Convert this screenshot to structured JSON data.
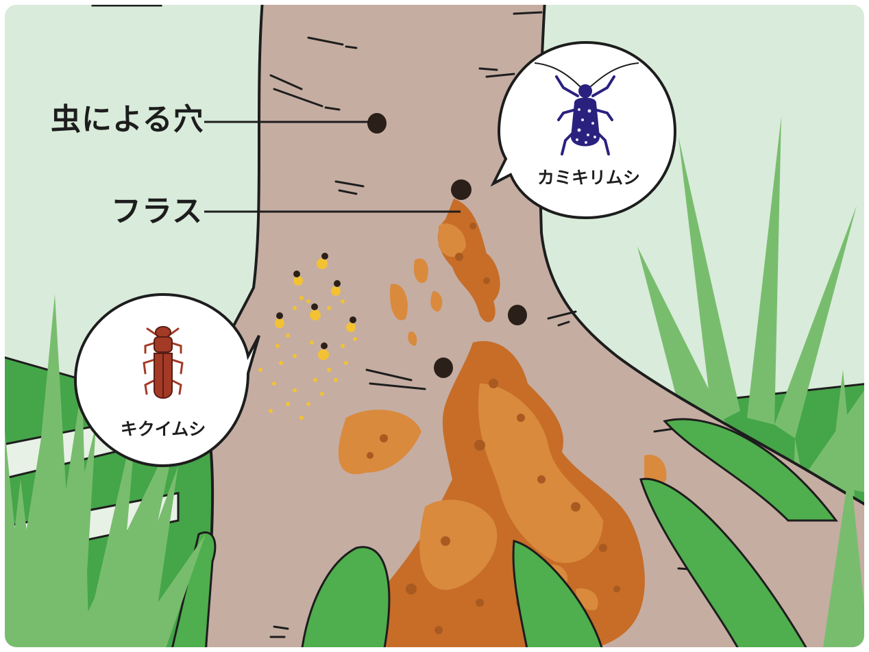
{
  "labels": {
    "insect_hole": "虫による穴",
    "frass": "フラス"
  },
  "callouts": {
    "longhorn_beetle": "カミキリムシ",
    "powderpost_beetle": "キクイムシ"
  },
  "colors": {
    "sky": "#d9ebda",
    "ground": "#45a549",
    "trunk": "#c5ada2",
    "frass_dark": "#c76d28",
    "frass_light": "#d98a3d",
    "powder": "#f3c233",
    "grass_light": "#78bd6e",
    "grass_mid": "#4fae4d",
    "longhorn_body": "#2a217f",
    "powderpost_body": "#a33a26",
    "outline": "#1d1d1d"
  }
}
